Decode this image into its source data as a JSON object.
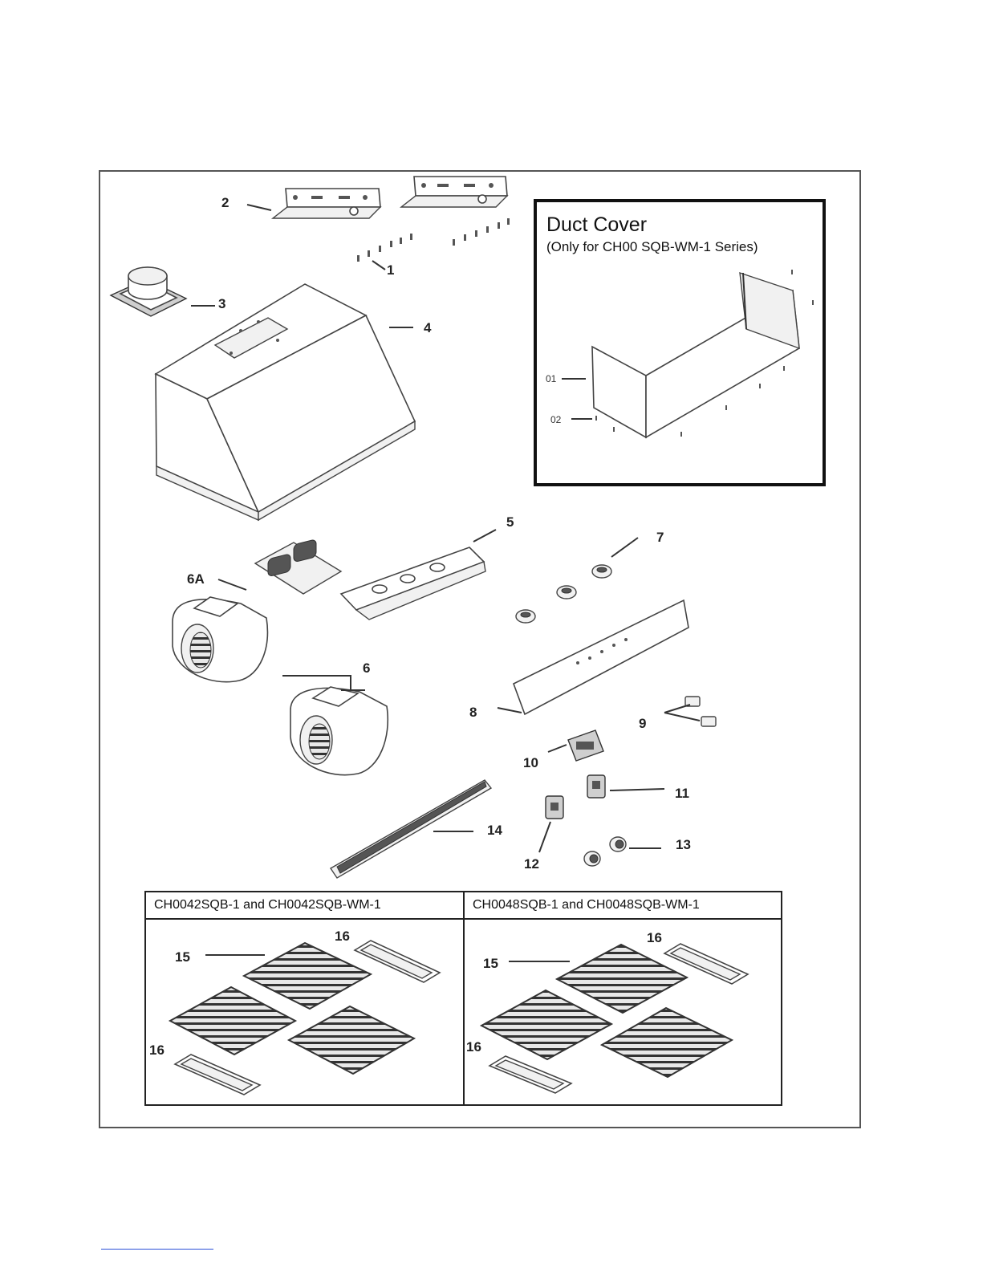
{
  "callouts": {
    "c1": "1",
    "c2": "2",
    "c3": "3",
    "c4": "4",
    "c5": "5",
    "c6": "6",
    "c6a": "6A",
    "c7": "7",
    "c8": "8",
    "c9": "9",
    "c10": "10",
    "c11": "11",
    "c12": "12",
    "c13": "13",
    "c14": "14"
  },
  "duct_cover": {
    "title": "Duct Cover",
    "subtitle": "(Only for CH00 SQB-WM-1 Series)",
    "part_01": "01",
    "part_02": "02"
  },
  "filter_table": {
    "left": {
      "heading": "CH0042SQB-1 and CH0042SQB-WM-1",
      "label_15": "15",
      "label_16_top": "16",
      "label_16_bottom": "16"
    },
    "right": {
      "heading": "CH0048SQB-1 and CH0048SQB-WM-1",
      "label_15": "15",
      "label_16_top": "16",
      "label_16_bottom": "16"
    }
  }
}
